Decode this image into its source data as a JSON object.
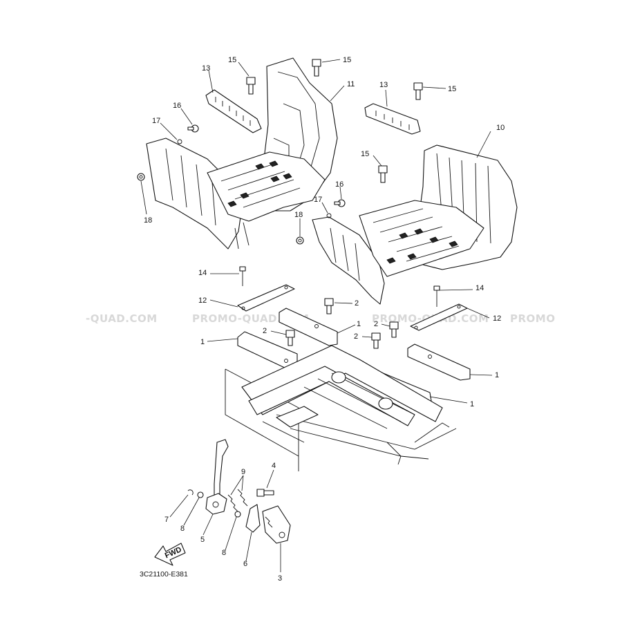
{
  "diagram_code": "3C21100-E381",
  "fwd_label": "FWD",
  "watermarks": [
    "-QUAD.COM",
    "PROMO-QUAD.COM",
    "PROMO-QUAD.COM",
    "PROMO"
  ],
  "callouts": [
    {
      "id": "c15a",
      "text": "15"
    },
    {
      "id": "c15b",
      "text": "15"
    },
    {
      "id": "c15c",
      "text": "15"
    },
    {
      "id": "c15d",
      "text": "15"
    },
    {
      "id": "c13a",
      "text": "13"
    },
    {
      "id": "c13b",
      "text": "13"
    },
    {
      "id": "c11",
      "text": "11"
    },
    {
      "id": "c10",
      "text": "10"
    },
    {
      "id": "c16a",
      "text": "16"
    },
    {
      "id": "c16b",
      "text": "16"
    },
    {
      "id": "c17a",
      "text": "17"
    },
    {
      "id": "c17b",
      "text": "17"
    },
    {
      "id": "c18a",
      "text": "18"
    },
    {
      "id": "c18b",
      "text": "18"
    },
    {
      "id": "c14a",
      "text": "14"
    },
    {
      "id": "c14b",
      "text": "14"
    },
    {
      "id": "c12a",
      "text": "12"
    },
    {
      "id": "c12b",
      "text": "12"
    },
    {
      "id": "c2a",
      "text": "2"
    },
    {
      "id": "c2b",
      "text": "2"
    },
    {
      "id": "c2c",
      "text": "2"
    },
    {
      "id": "c2d",
      "text": "2"
    },
    {
      "id": "c1a",
      "text": "1"
    },
    {
      "id": "c1b",
      "text": "1"
    },
    {
      "id": "c1c",
      "text": "1"
    },
    {
      "id": "c1d",
      "text": "1"
    },
    {
      "id": "c9",
      "text": "9"
    },
    {
      "id": "c4",
      "text": "4"
    },
    {
      "id": "c7",
      "text": "7"
    },
    {
      "id": "c8a",
      "text": "8"
    },
    {
      "id": "c8b",
      "text": "8"
    },
    {
      "id": "c5",
      "text": "5"
    },
    {
      "id": "c6",
      "text": "6"
    },
    {
      "id": "c3",
      "text": "3"
    }
  ]
}
